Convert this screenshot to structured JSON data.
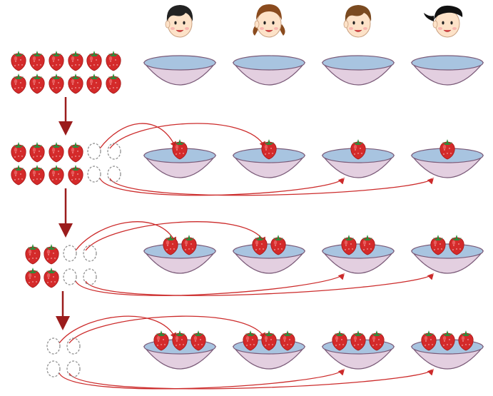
{
  "diagram": {
    "caption": "",
    "children": [
      {
        "id": "boy-1",
        "hair": "#222222",
        "style": "short"
      },
      {
        "id": "girl-1",
        "hair": "#8a4b1e",
        "style": "pigtails"
      },
      {
        "id": "boy-2",
        "hair": "#7a4a20",
        "style": "short"
      },
      {
        "id": "girl-2",
        "hair": "#111111",
        "style": "side"
      }
    ],
    "stages": [
      {
        "pile_remaining": 12,
        "pile_layout": "2x6",
        "per_plate": 0,
        "taken_this_step": 0
      },
      {
        "pile_remaining": 8,
        "pile_layout": "2x4",
        "per_plate": 1,
        "taken_this_step": 4
      },
      {
        "pile_remaining": 4,
        "pile_layout": "2x2",
        "per_plate": 2,
        "taken_this_step": 4
      },
      {
        "pile_remaining": 0,
        "pile_layout": "2x2",
        "per_plate": 3,
        "taken_this_step": 4
      }
    ],
    "colors": {
      "strawberry": "#d42a2a",
      "leaf": "#2e8b3a",
      "bowl_rim": "#a8c4e0",
      "bowl_body": "#e3cfe0",
      "bowl_outline": "#7a5a78",
      "arrow": "#cc2b2b",
      "step_arrow": "#9b1c1c"
    }
  }
}
